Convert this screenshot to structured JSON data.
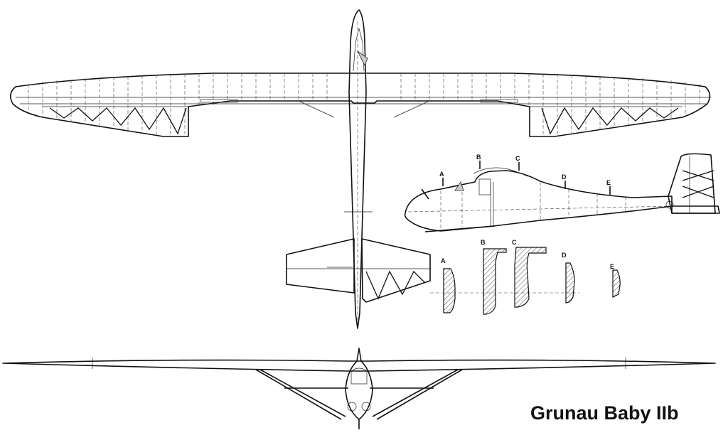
{
  "title": "Grunau Baby IIb",
  "sections": [
    {
      "id": "a",
      "label": "A"
    },
    {
      "id": "b",
      "label": "B"
    },
    {
      "id": "c",
      "label": "C"
    },
    {
      "id": "d",
      "label": "D"
    },
    {
      "id": "e",
      "label": "E"
    }
  ]
}
